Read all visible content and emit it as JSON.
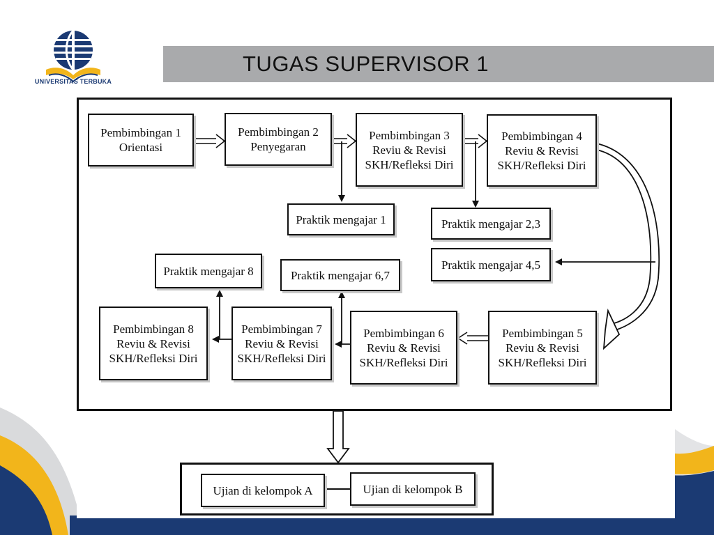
{
  "header": {
    "logo_text": "UNIVERSITAS TERBUKA",
    "title": "TUGAS SUPERVISOR 1"
  },
  "diagram": {
    "pembimbingan_1": {
      "line1": "Pembimbingan 1",
      "line2": "Orientasi"
    },
    "pembimbingan_2": {
      "line1": "Pembimbingan 2",
      "line2": "Penyegaran"
    },
    "pembimbingan_3": {
      "line1": "Pembimbingan 3",
      "line2": "Reviu & Revisi",
      "line3": "SKH/Refleksi Diri"
    },
    "pembimbingan_4": {
      "line1": "Pembimbingan 4",
      "line2": "Reviu & Revisi",
      "line3": "SKH/Refleksi Diri"
    },
    "pembimbingan_5": {
      "line1": "Pembimbingan 5",
      "line2": "Reviu & Revisi",
      "line3": "SKH/Refleksi Diri"
    },
    "pembimbingan_6": {
      "line1": "Pembimbingan 6",
      "line2": "Reviu & Revisi",
      "line3": "SKH/Refleksi Diri"
    },
    "pembimbingan_7": {
      "line1": "Pembimbingan 7",
      "line2": "Reviu & Revisi",
      "line3": "SKH/Refleksi Diri"
    },
    "pembimbingan_8": {
      "line1": "Pembimbingan 8",
      "line2": "Reviu & Revisi",
      "line3": "SKH/Refleksi Diri"
    },
    "praktik_1": "Praktik mengajar 1",
    "praktik_23": "Praktik mengajar 2,3",
    "praktik_45": "Praktik mengajar 4,5",
    "praktik_67": "Praktik mengajar 6,7",
    "praktik_8": "Praktik mengajar 8",
    "ujian_a": "Ujian di kelompok A",
    "ujian_b": "Ujian di kelompok B"
  },
  "colors": {
    "brand_navy": "#1b3a73",
    "accent_yellow": "#f2b51b",
    "title_bar_gray": "#a9aaac"
  },
  "icons": [
    "book-icon",
    "globe-icon"
  ]
}
